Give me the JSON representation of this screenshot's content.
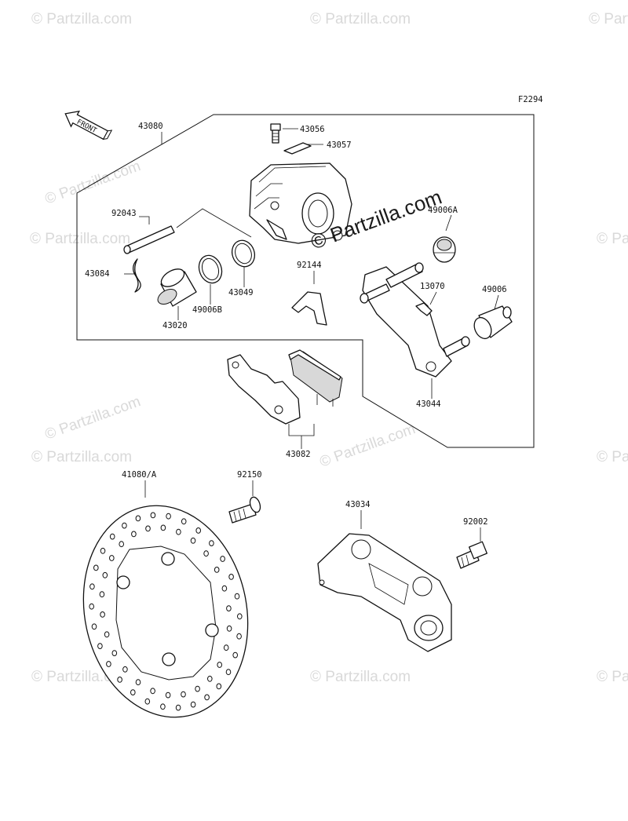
{
  "diagram": {
    "code": "F2294",
    "front_label": "FRONT",
    "watermark": "© Partzilla.com",
    "center_watermark": "© Partzilla.com",
    "parts": {
      "p43080": "43080",
      "p43056": "43056",
      "p43057": "43057",
      "p92043": "92043",
      "p49006A": "49006A",
      "p43084": "43084",
      "p92144": "92144",
      "p13070": "13070",
      "p49006": "49006",
      "p43049": "43049",
      "p49006B": "49006B",
      "p43020": "43020",
      "p43044": "43044",
      "p43082": "43082",
      "p41080A": "41080/A",
      "p92150": "92150",
      "p43034": "43034",
      "p92002": "92002"
    }
  }
}
